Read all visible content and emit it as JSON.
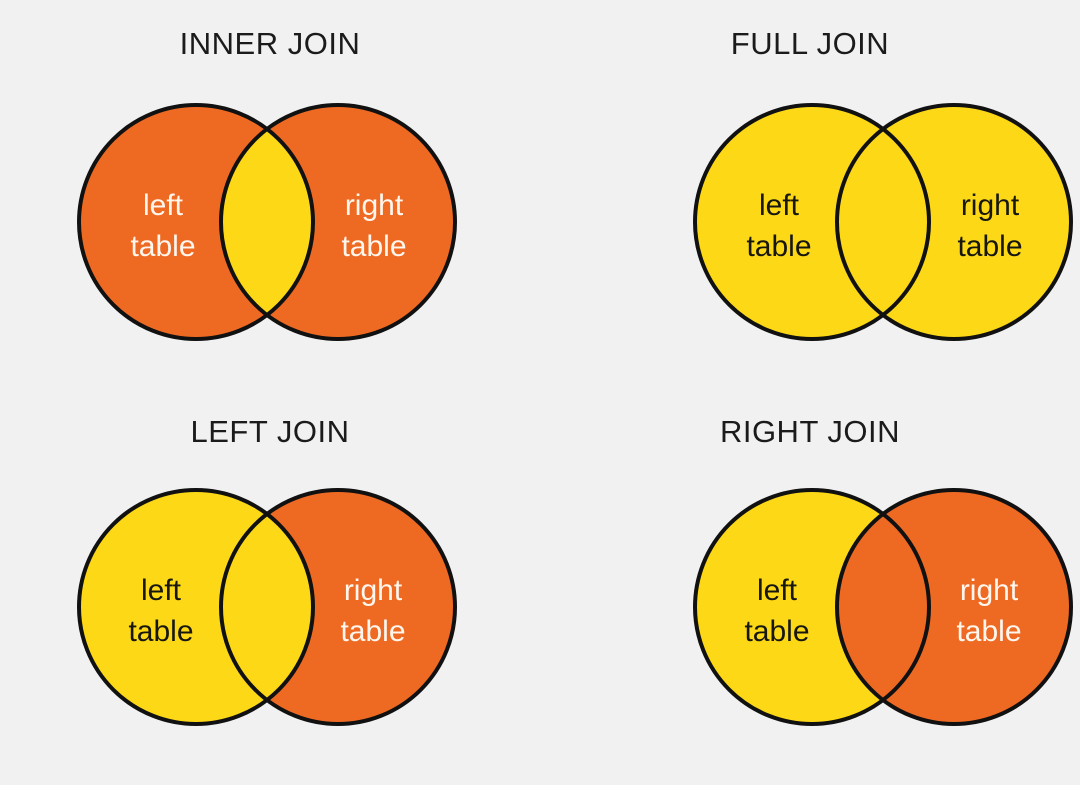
{
  "page": {
    "background_color": "#f1f1f1",
    "title_color": "#1b1b1b",
    "outline_color": "#111111",
    "subject": "SQL JOIN types Venn diagrams"
  },
  "palette": {
    "orange": "#ee6a23",
    "yellow": "#fcd817",
    "label_light": "#fff6ee",
    "label_dark": "#17170f"
  },
  "labels": {
    "left": {
      "line1": "left",
      "line2": "table"
    },
    "right": {
      "line1": "right",
      "line2": "table"
    }
  },
  "panels": [
    {
      "id": "inner-join",
      "title": "INNER JOIN",
      "left_only_color": "#ee6a23",
      "overlap_color": "#fcd817",
      "right_only_color": "#ee6a23",
      "left_label_color": "#fff6ee",
      "right_label_color": "#fff6ee",
      "highlight": "overlap"
    },
    {
      "id": "full-join",
      "title": "FULL JOIN",
      "left_only_color": "#fcd817",
      "overlap_color": "#fcd817",
      "right_only_color": "#fcd817",
      "left_label_color": "#17170f",
      "right_label_color": "#17170f",
      "highlight": "all"
    },
    {
      "id": "left-join",
      "title": "LEFT JOIN",
      "left_only_color": "#fcd817",
      "overlap_color": "#fcd817",
      "right_only_color": "#ee6a23",
      "left_label_color": "#17170f",
      "right_label_color": "#fff6ee",
      "highlight": "left-circle"
    },
    {
      "id": "right-join",
      "title": "RIGHT JOIN",
      "left_only_color": "#fcd817",
      "overlap_color": "#ee6a23",
      "right_only_color": "#ee6a23",
      "left_label_color": "#17170f",
      "right_label_color": "#fff6ee",
      "highlight": "right-circle"
    }
  ]
}
